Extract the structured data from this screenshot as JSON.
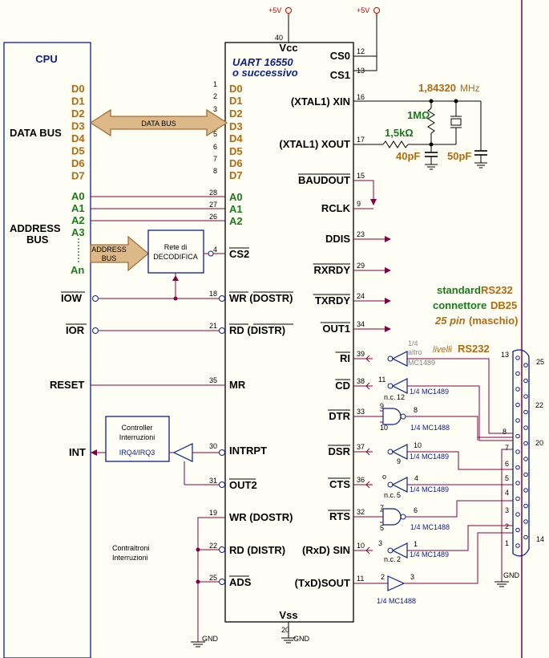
{
  "colors": {
    "brown": "#b06a10",
    "green": "#1a7a1a",
    "blue": "#0a1e8c",
    "wire": "#800040",
    "red": "#cc0000",
    "arrow_fill": "#ddb98a",
    "arrow_stroke": "#a0703a",
    "bg": "#fffef5"
  },
  "cpu": {
    "title": "CPU",
    "data_bus": "DATA BUS",
    "address_bus_1": "ADDRESS",
    "address_bus_2": "BUS",
    "data_lines": [
      "D0",
      "D1",
      "D2",
      "D3",
      "D4",
      "D5",
      "D6",
      "D7"
    ],
    "addr_lines": [
      "A0",
      "A1",
      "A2",
      "A3"
    ],
    "an": "An",
    "iow": "IOW",
    "ior": "IOR",
    "reset": "RESET",
    "int": "INT"
  },
  "arrows": {
    "data_bus": "DATA BUS",
    "addr_bus_1": "ADDRESS",
    "addr_bus_2": "BUS"
  },
  "decoder": {
    "line1": "Rete di",
    "line2": "DECODIFICA"
  },
  "irq": {
    "line1": "Controller",
    "line2": "Interruzioni",
    "line3": "IRQ4/IRQ3"
  },
  "uart": {
    "vcc": "Vcc",
    "vss": "Vss",
    "title_1": "UART 16550",
    "title_2": "o successivo",
    "left_pins": [
      {
        "num": "1",
        "label": "D0"
      },
      {
        "num": "2",
        "label": "D1"
      },
      {
        "num": "3",
        "label": "D2"
      },
      {
        "num": "4",
        "label": "D3"
      },
      {
        "num": "5",
        "label": "D4"
      },
      {
        "num": "6",
        "label": "D5"
      },
      {
        "num": "7",
        "label": "D6"
      },
      {
        "num": "8",
        "label": "D7"
      },
      {
        "num": "28",
        "label": "A0"
      },
      {
        "num": "27",
        "label": "A1"
      },
      {
        "num": "26",
        "label": "A2"
      },
      {
        "num": "4",
        "label": "CS2"
      },
      {
        "num": "18",
        "label": "WR (DOSTR)"
      },
      {
        "num": "21",
        "label": "RD (DISTR)"
      },
      {
        "num": "35",
        "label": "MR"
      },
      {
        "num": "30",
        "label": "INTRPT"
      },
      {
        "num": "31",
        "label": "OUT2"
      },
      {
        "num": "19",
        "label": "WR (DOSTR)"
      },
      {
        "num": "22",
        "label": "RD (DISTR)"
      },
      {
        "num": "25",
        "label": "ADS"
      }
    ],
    "right_pins": [
      {
        "num": "12",
        "label": "CS0"
      },
      {
        "num": "13",
        "label": "CS1"
      },
      {
        "num": "16",
        "label": "(XTAL1) XIN"
      },
      {
        "num": "17",
        "label": "(XTAL1) XOUT"
      },
      {
        "num": "15",
        "label": "BAUDOUT"
      },
      {
        "num": "9",
        "label": "RCLK"
      },
      {
        "num": "23",
        "label": "DDIS"
      },
      {
        "num": "29",
        "label": "RXRDY"
      },
      {
        "num": "24",
        "label": "TXRDY"
      },
      {
        "num": "34",
        "label": "OUT1"
      },
      {
        "num": "39",
        "label": "RI"
      },
      {
        "num": "38",
        "label": "CD"
      },
      {
        "num": "33",
        "label": "DTR"
      },
      {
        "num": "37",
        "label": "DSR"
      },
      {
        "num": "36",
        "label": "CTS"
      },
      {
        "num": "32",
        "label": "RTS"
      },
      {
        "num": "10",
        "label": "(RxD) SIN"
      },
      {
        "num": "11",
        "label": "(TxD)SOUT"
      }
    ],
    "pin_40": "40",
    "pin_20": "20"
  },
  "power": {
    "plus5v": "+5V",
    "gnd": "GND"
  },
  "crystal": {
    "freq": "1,84320",
    "unit": "MHz",
    "r1": "1MΩ",
    "r2": "1,5kΩ",
    "c1": "40pF",
    "c2": "50pF"
  },
  "rs232": {
    "line1_a": "standard",
    "line1_b": "RS232",
    "line2_a": "connettore",
    "line2_b": "DB25",
    "line3_a": "25 pin",
    "line3_b": "(maschio)",
    "livelli_a": "livelli",
    "livelli_b": "RS232"
  },
  "gates": {
    "mc1489": "1/4 MC1489",
    "mc1488": "1/4 MC1488",
    "quarter": "1/4",
    "altro": "altro",
    "mc1489_short": "MC1489",
    "nc": "n.c."
  },
  "gate_pins": {
    "ri": [
      "",
      ""
    ],
    "cd": [
      "11",
      "12"
    ],
    "dtr": [
      "9",
      "10",
      "8"
    ],
    "dsr": [
      "10",
      "9"
    ],
    "cts": [
      "o",
      "5",
      "4"
    ],
    "rts": [
      "7",
      "5",
      "6"
    ],
    "sin": [
      "3",
      "2",
      "1"
    ],
    "sout": [
      "2",
      "3"
    ]
  },
  "db25": {
    "pins": [
      "13",
      "25",
      "8",
      "22",
      "20",
      "7",
      "6",
      "5",
      "4",
      "3",
      "2",
      "1",
      "14"
    ]
  },
  "note": {
    "line1": "Contraltroni",
    "line2": "Interruzioni"
  }
}
